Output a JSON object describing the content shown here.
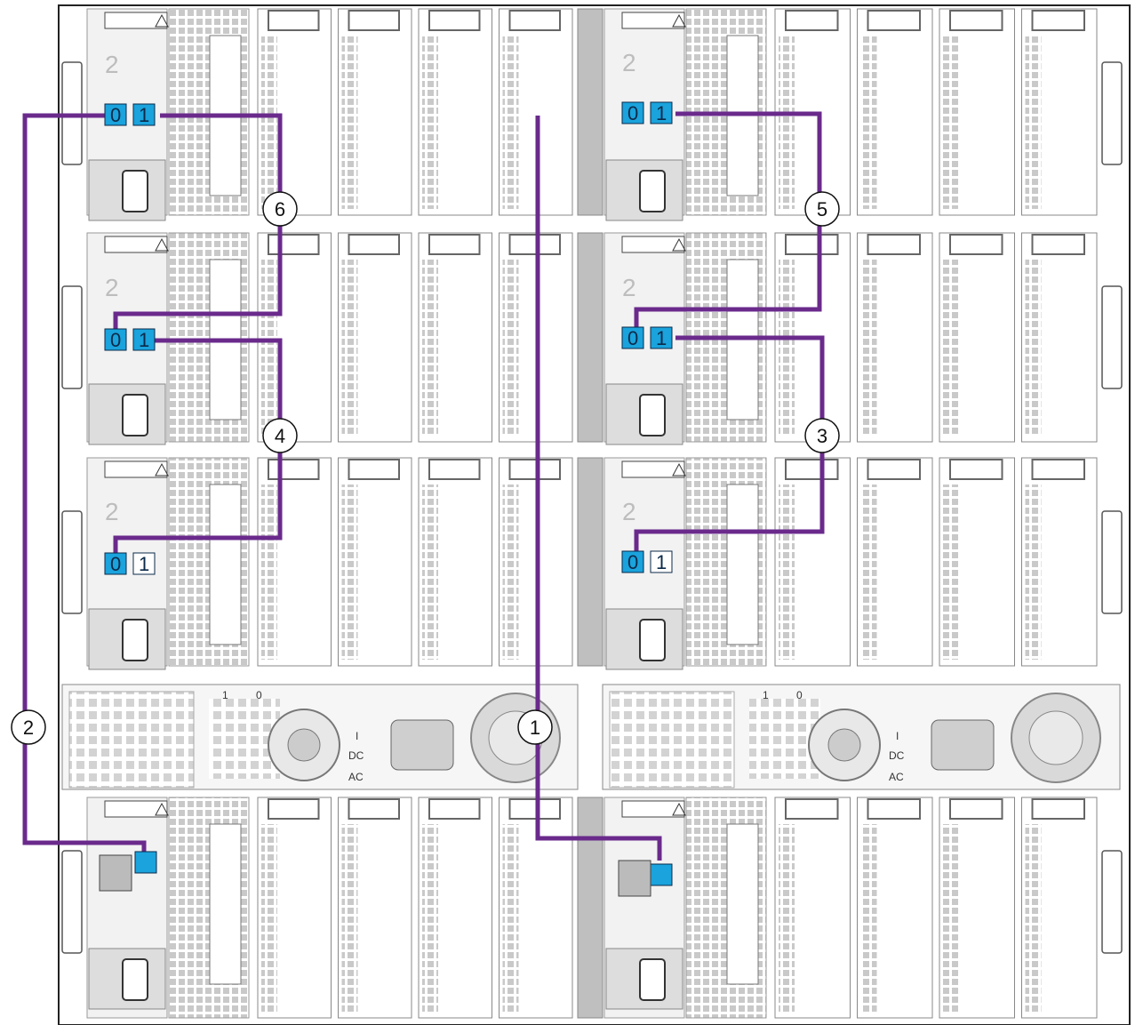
{
  "diagram": {
    "colors": {
      "cable": "#6a2a8c",
      "port": "#1aa3dc",
      "chassis_line": "#9a9a9a",
      "panel_fill": "#f4f4f4",
      "hatch": "#c8c8c8",
      "rail": "#555555"
    },
    "sas_ports": {
      "port0": "0",
      "port1": "1",
      "port2": "2"
    },
    "psu": {
      "label_one": "1",
      "label_zero": "0",
      "label_i": "I",
      "label_dc": "DC",
      "label_ac": "AC"
    },
    "callouts": [
      {
        "id": "c1",
        "label": "1"
      },
      {
        "id": "c2",
        "label": "2"
      },
      {
        "id": "c3",
        "label": "3"
      },
      {
        "id": "c4",
        "label": "4"
      },
      {
        "id": "c5",
        "label": "5"
      },
      {
        "id": "c6",
        "label": "6"
      }
    ],
    "icons": [
      "warning-icon",
      "wrench-icon",
      "network-port-icon",
      "serial-port-icon",
      "fan-icon"
    ]
  }
}
